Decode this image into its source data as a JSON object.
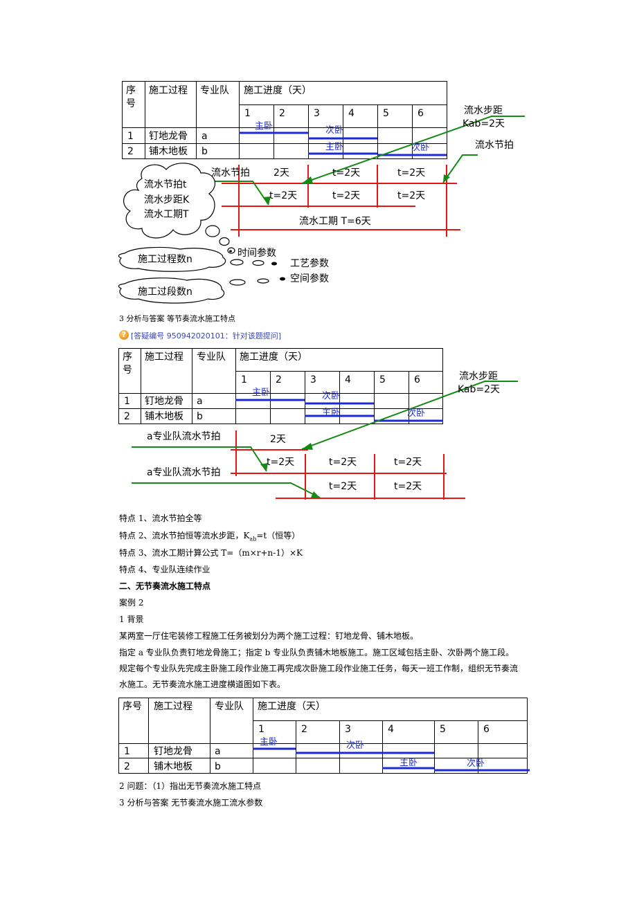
{
  "table_header": {
    "seq": "序",
    "seq2": "号",
    "process": "施工过程",
    "team": "专业队",
    "progress": "施工进度（天）",
    "days": [
      "1",
      "2",
      "3",
      "4",
      "5",
      "6"
    ]
  },
  "rows": [
    {
      "no": "1",
      "process": "钉地龙骨",
      "team": "a"
    },
    {
      "no": "2",
      "process": "铺木地板",
      "team": "b"
    }
  ],
  "bar_labels": {
    "main": "主卧",
    "second": "次卧"
  },
  "fig1": {
    "step_label": "流水步距",
    "kab": "Kab=2天",
    "beat_right": "流水节拍",
    "beat_left": "流水节拍",
    "two_days": "2天",
    "t2": "t=2天",
    "duration": "流水工期 T=6天",
    "cloud_main": [
      "流水节拍t",
      "流水步距K",
      "流水工期T"
    ],
    "time_param": "时间参数",
    "process_count": "施工过程数n",
    "craft_param": "工艺参数",
    "segment_count": "施工过段数n",
    "space_param": "空间参数"
  },
  "text_block1": {
    "answer_line": "3 分析与答案  等节奏流水施工特点",
    "link_text": "[答疑编号 950942020101：针对该题提问]"
  },
  "fig2": {
    "step_label": "流水步距",
    "kab": "Kab=2天",
    "a_beat": "a专业队流水节拍",
    "two_days": "2天",
    "t2": "t=2天"
  },
  "features": [
    "特点 1、流水节拍全等",
    "特点 2、流水节拍恒等流水步距，K",
    "特点 3、流水工期计算公式 T=（m×r+n-1）×K",
    "特点 4、专业队连续作业"
  ],
  "feature2_sub": "ab",
  "feature2_tail": "=t（恒等）",
  "section_title": "二、无节奏流水施工特点",
  "case": "案例 2",
  "background": "1 背景",
  "para1": "某两室一厅住宅装修工程施工任务被划分为两个施工过程：钉地龙骨、铺木地板。",
  "para2": "指定 a 专业队负责钉地龙骨施工；指定 b 专业队负责铺木地板施工。施工区域包括主卧、次卧两个施工段。规定每个专业队先完成主卧施工段作业施工再完成次卧施工段作业施工任务，每天一班工作制，组织无节奏流水施工。无节奏流水施工进度横道图如下表。",
  "table3_header": {
    "seq": "序号",
    "process": "施工过程",
    "team": "专业队",
    "progress": "施工进度（天）",
    "days": [
      "1",
      "2",
      "3",
      "4",
      "5",
      "6"
    ]
  },
  "question": "2 问题：（1）指出无节奏流水施工特点",
  "answer2": "3 分析与答案  无节奏流水施工流水参数",
  "colors": {
    "bar": "#1a2ad8",
    "red": "#e81414",
    "green": "#138a13",
    "icon": "#f0a020"
  }
}
